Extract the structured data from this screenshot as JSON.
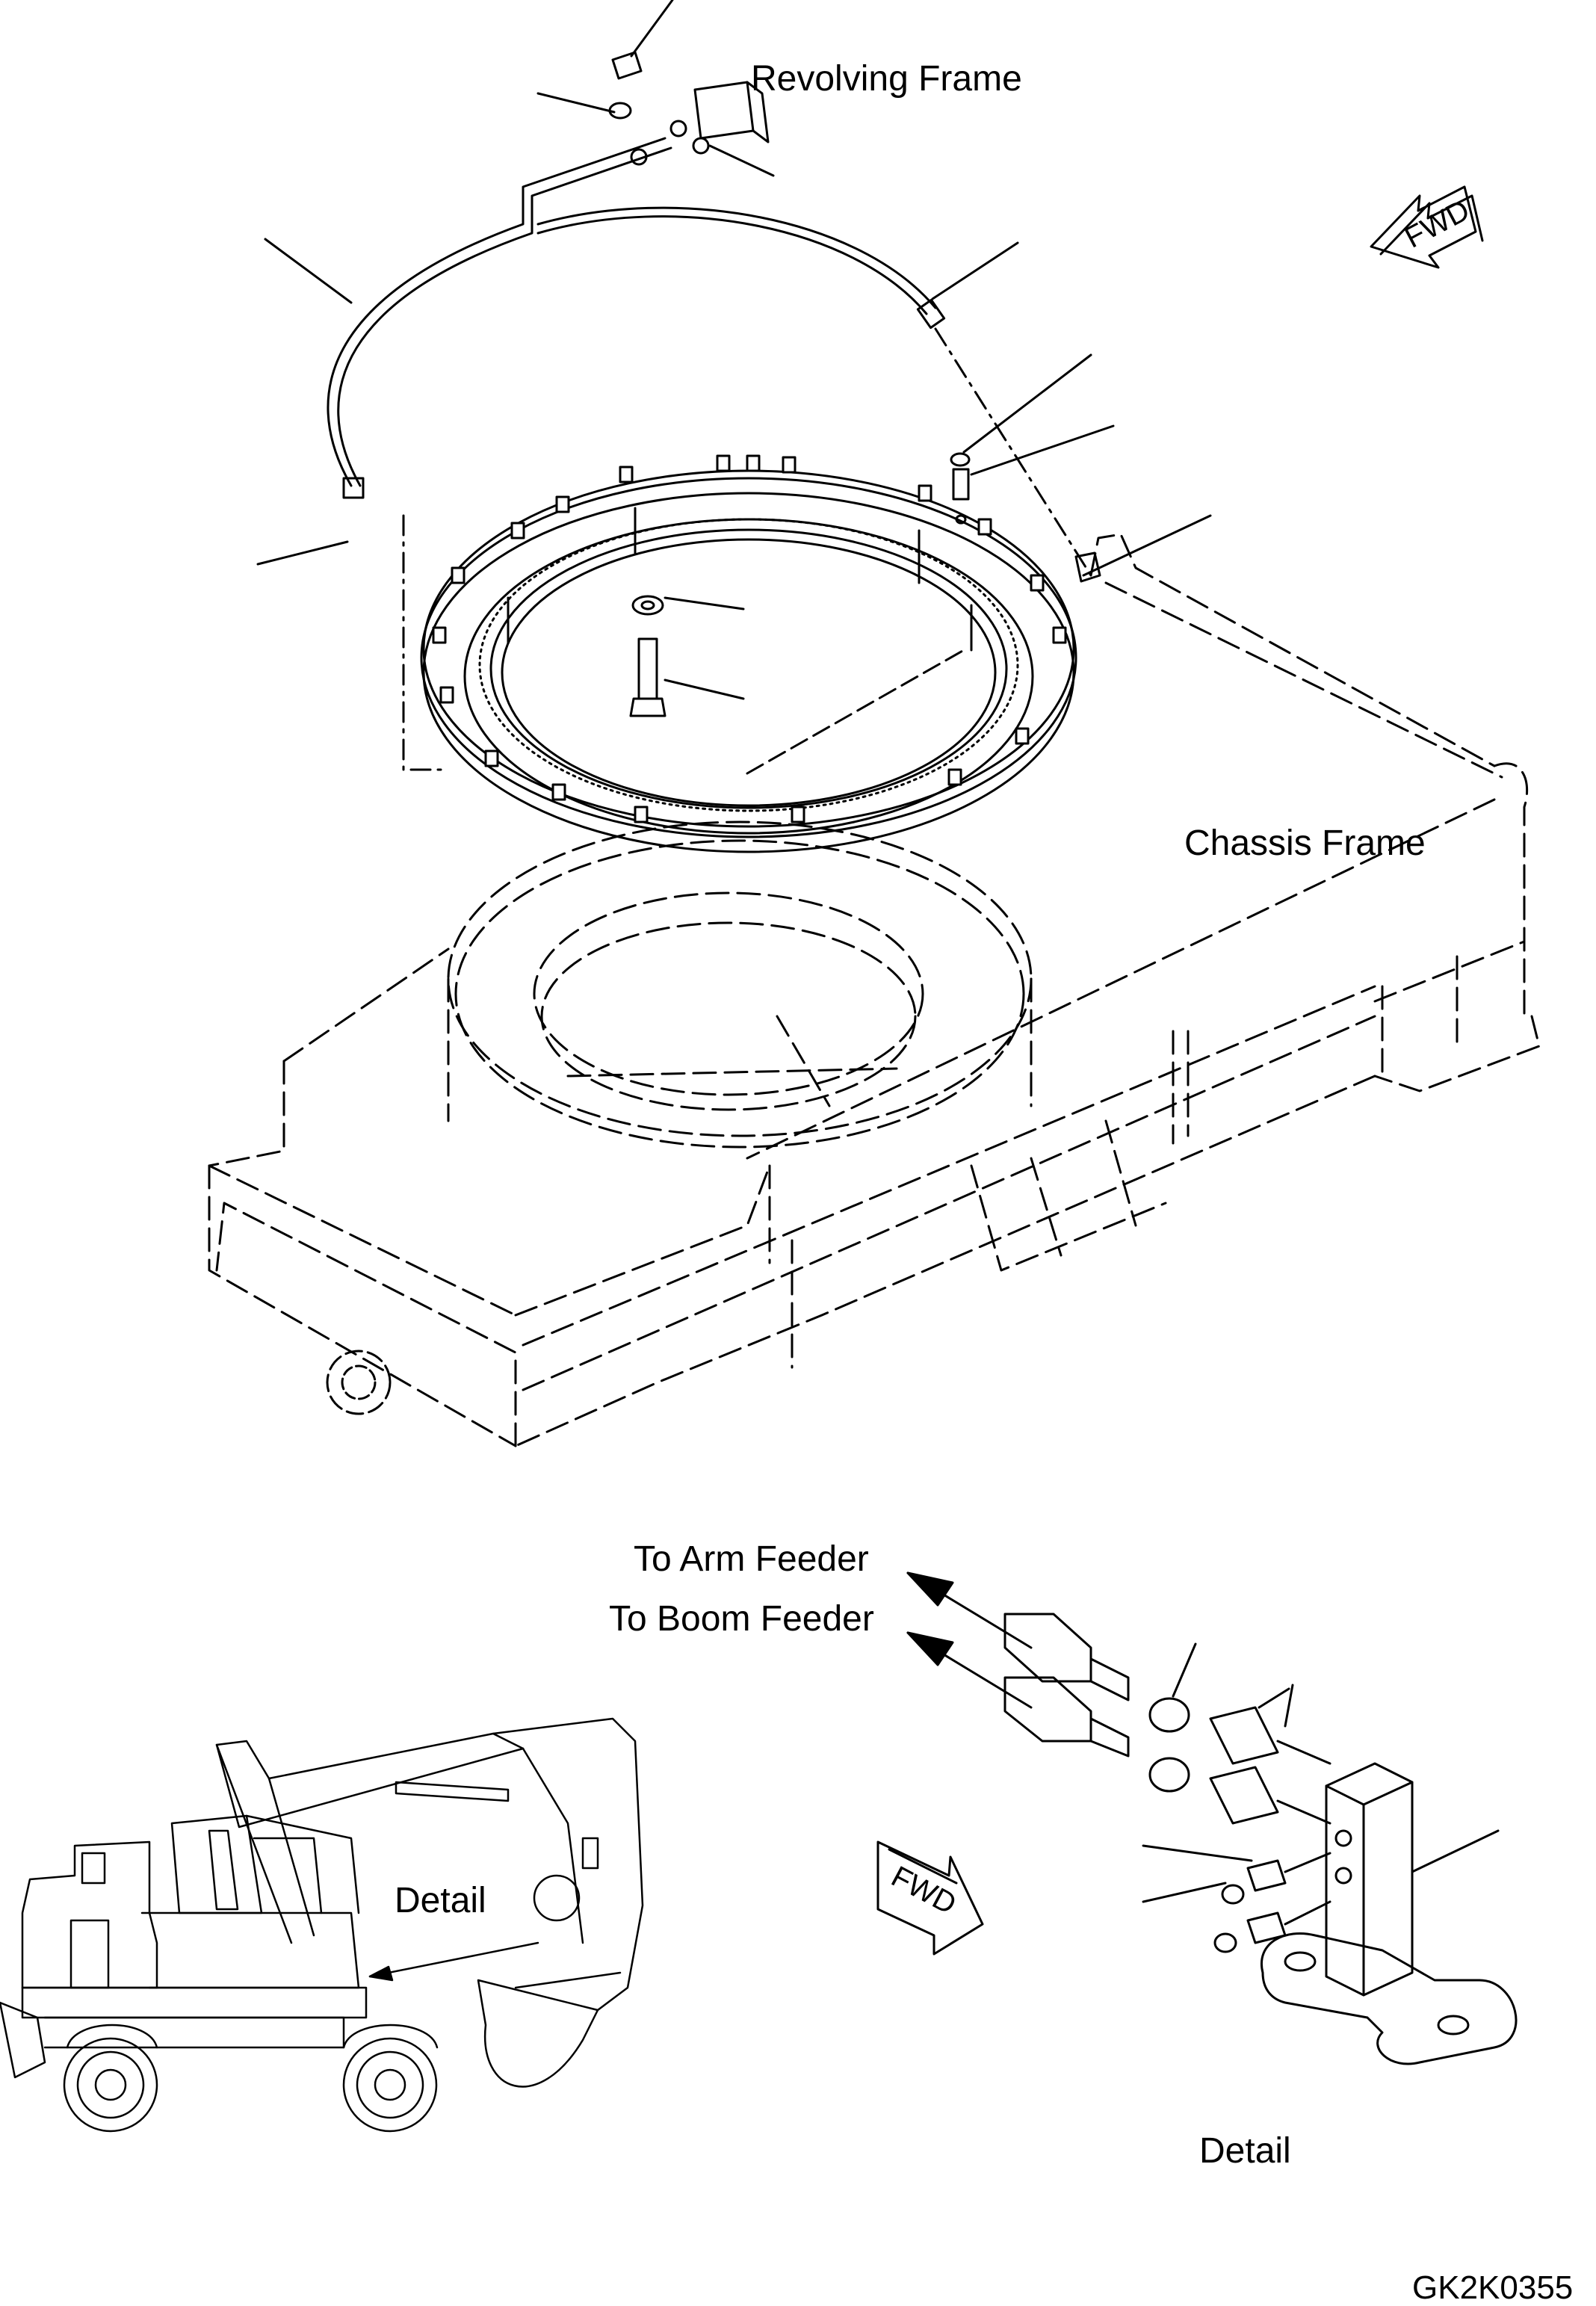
{
  "labels": {
    "revolving_frame": "Revolving Frame",
    "chassis_frame": "Chassis Frame",
    "to_arm_feeder": "To Arm Feeder",
    "to_boom_feeder": "To Boom Feeder",
    "detail_machine": "Detail",
    "detail_fitting": "Detail",
    "drawing_code": "GK2K0355"
  },
  "fwd_markers": {
    "top_right": "FWD",
    "bottom_middle": "FWD"
  },
  "icons": [
    "fwd-arrow-icon",
    "excavator-icon",
    "leader-arrow-icon"
  ]
}
